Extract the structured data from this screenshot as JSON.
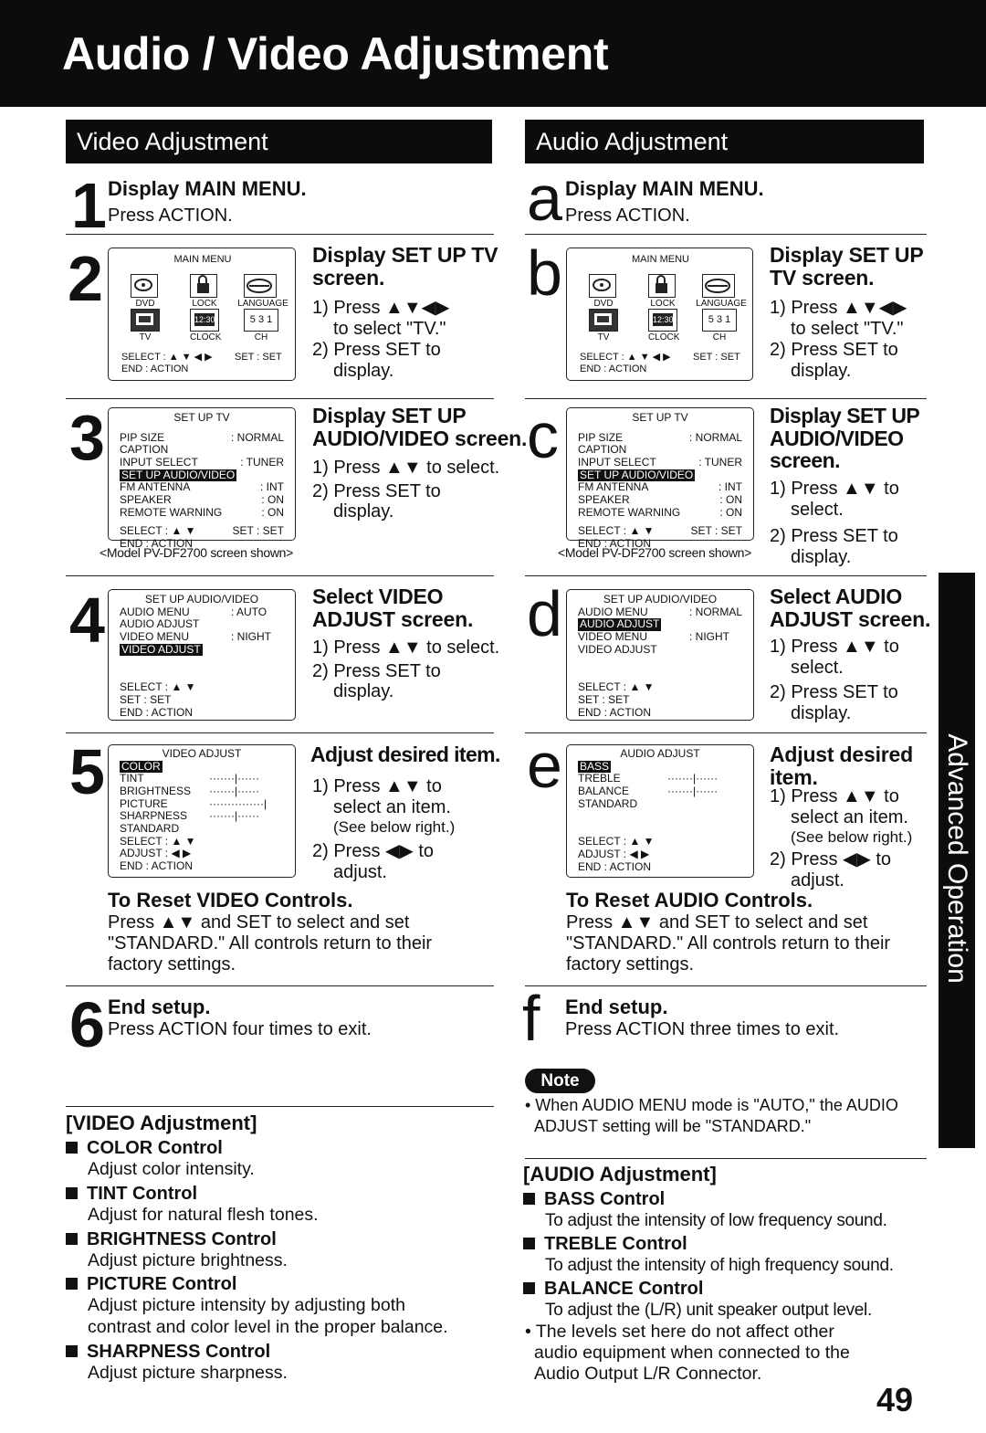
{
  "title": "Audio / Video Adjustment",
  "side_tab": "Advanced Operation",
  "page_number": "49",
  "video": {
    "header": "Video Adjustment",
    "step1": {
      "num": "1",
      "title": "Display MAIN MENU.",
      "text": "Press ACTION."
    },
    "step2": {
      "num": "2",
      "heading": [
        "Display SET UP TV",
        "screen."
      ],
      "i1a": "1) Press ▲▼◀▶",
      "i1b": "to select \"TV.\"",
      "i2a": "2) Press SET to",
      "i2b": "display."
    },
    "step3": {
      "num": "3",
      "heading": [
        "Display SET UP",
        "AUDIO/VIDEO screen."
      ],
      "i1": "1) Press ▲▼ to select.",
      "i2a": "2) Press SET to",
      "i2b": "display.",
      "caption": "<Model PV-DF2700 screen shown>"
    },
    "step4": {
      "num": "4",
      "heading": [
        "Select VIDEO",
        "ADJUST screen."
      ],
      "i1": "1) Press ▲▼ to select.",
      "i2a": "2) Press SET to",
      "i2b": "display."
    },
    "step5": {
      "num": "5",
      "heading": "Adjust desired item.",
      "i1a": "1) Press ▲▼ to",
      "i1b": "select an item.",
      "i1c": "(See below right.)",
      "i2a": "2) Press ◀▶ to",
      "i2b": "adjust."
    },
    "reset": {
      "title": "To Reset VIDEO Controls.",
      "l1": "Press ▲▼ and SET to select and set",
      "l2": "\"STANDARD.\" All controls return to their",
      "l3": "factory settings."
    },
    "step6": {
      "num": "6",
      "title": "End setup.",
      "text": "Press ACTION four times to exit."
    }
  },
  "audio": {
    "header": "Audio Adjustment",
    "stepa": {
      "num": "a",
      "title": "Display MAIN MENU.",
      "text": "Press ACTION."
    },
    "stepb": {
      "num": "b",
      "heading": [
        "Display SET UP",
        "TV screen."
      ],
      "i1a": "1) Press ▲▼◀▶",
      "i1b": "to select \"TV.\"",
      "i2a": "2) Press SET to",
      "i2b": "display."
    },
    "stepc": {
      "num": "c",
      "heading": [
        "Display SET UP",
        "AUDIO/VIDEO",
        "screen."
      ],
      "i1a": "1) Press ▲▼ to",
      "i1b": "select.",
      "i2a": "2) Press SET to",
      "i2b": "display.",
      "caption": "<Model PV-DF2700 screen shown>"
    },
    "stepd": {
      "num": "d",
      "heading": [
        "Select AUDIO",
        "ADJUST screen."
      ],
      "i1a": "1) Press ▲▼ to",
      "i1b": "select.",
      "i2a": "2) Press SET to",
      "i2b": "display."
    },
    "stepe": {
      "num": "e",
      "heading": [
        "Adjust desired",
        "item."
      ],
      "i1a": "1) Press ▲▼ to",
      "i1b": "select an item.",
      "i1c": "(See below right.)",
      "i2a": "2) Press ◀▶ to",
      "i2b": "adjust."
    },
    "reset": {
      "title": "To Reset AUDIO Controls.",
      "l1": "Press ▲▼ and SET to select and set",
      "l2": "\"STANDARD.\" All controls return to their",
      "l3": "factory settings."
    },
    "stepf": {
      "num": "f",
      "title": "End setup.",
      "text": "Press ACTION three times to exit."
    }
  },
  "note": {
    "label": "Note",
    "l1": "• When AUDIO MENU mode is \"AUTO,\" the AUDIO",
    "l2": "ADJUST setting will be \"STANDARD.\""
  },
  "screens": {
    "main_menu": {
      "title": "MAIN MENU",
      "dvd": "DVD",
      "lock": "LOCK",
      "language": "LANGUAGE",
      "tv": "TV",
      "clock": "CLOCK",
      "ch": "CH",
      "clock_icon": "12:30",
      "ch_icon": "5 3 1",
      "select": "SELECT : ▲ ▼ ◀ ▶",
      "set": "SET : SET",
      "end": "END     : ACTION"
    },
    "setup_tv": {
      "title": "SET UP TV",
      "rows": [
        [
          "PIP SIZE",
          ": NORMAL"
        ],
        [
          "CAPTION",
          ""
        ],
        [
          "INPUT SELECT",
          ": TUNER"
        ],
        [
          "SET UP AUDIO/VIDEO",
          ""
        ],
        [
          "FM ANTENNA",
          ": INT"
        ],
        [
          "SPEAKER",
          ": ON"
        ],
        [
          "REMOTE WARNING",
          ": ON"
        ]
      ],
      "select": "SELECT : ▲ ▼",
      "set": "SET : SET",
      "end": "END     : ACTION"
    },
    "setup_av_video": {
      "title": "SET UP AUDIO/VIDEO",
      "rows": [
        [
          "AUDIO MENU",
          ": AUTO"
        ],
        [
          "AUDIO ADJUST",
          ""
        ],
        [
          "VIDEO MENU",
          ": NIGHT"
        ],
        [
          "VIDEO ADJUST",
          ""
        ]
      ],
      "select": "SELECT : ▲ ▼",
      "set": "SET     : SET",
      "end": "END     : ACTION"
    },
    "setup_av_audio": {
      "title": "SET UP AUDIO/VIDEO",
      "rows": [
        [
          "AUDIO MENU",
          ": NORMAL"
        ],
        [
          "AUDIO ADJUST",
          ""
        ],
        [
          "VIDEO MENU",
          ": NIGHT"
        ],
        [
          "VIDEO ADJUST",
          ""
        ]
      ],
      "select": "SELECT : ▲ ▼",
      "set": "SET     : SET",
      "end": "END     : ACTION"
    },
    "video_adjust": {
      "title": "VIDEO ADJUST",
      "rows": [
        [
          "COLOR",
          ""
        ],
        [
          "TINT",
          "·······|······"
        ],
        [
          "BRIGHTNESS",
          "·······|······"
        ],
        [
          "PICTURE",
          "···············|"
        ],
        [
          "SHARPNESS",
          "·······|······"
        ],
        [
          "STANDARD",
          ""
        ]
      ],
      "select": "SELECT : ▲ ▼",
      "adjust": "ADJUST : ◀ ▶",
      "end": "END     : ACTION"
    },
    "audio_adjust": {
      "title": "AUDIO ADJUST",
      "rows": [
        [
          "BASS",
          ""
        ],
        [
          "TREBLE",
          "·······|······"
        ],
        [
          "BALANCE",
          "·······|······"
        ],
        [
          "STANDARD",
          ""
        ]
      ],
      "select": "SELECT : ▲ ▼",
      "adjust": "ADJUST : ◀ ▶",
      "end": "END     : ACTION"
    }
  },
  "glossary_video": {
    "heading": "[VIDEO Adjustment]",
    "items": [
      {
        "name": "COLOR Control",
        "desc": [
          "Adjust color intensity."
        ]
      },
      {
        "name": "TINT Control",
        "desc": [
          "Adjust for natural flesh tones."
        ]
      },
      {
        "name": "BRIGHTNESS Control",
        "desc": [
          "Adjust picture brightness."
        ]
      },
      {
        "name": "PICTURE Control",
        "desc": [
          "Adjust picture intensity by adjusting both",
          "contrast and color level in the proper balance."
        ]
      },
      {
        "name": "SHARPNESS Control",
        "desc": [
          "Adjust picture sharpness."
        ]
      }
    ]
  },
  "glossary_audio": {
    "heading": "[AUDIO Adjustment]",
    "items": [
      {
        "name": "BASS Control",
        "desc": [
          "To adjust the intensity of low frequency sound."
        ]
      },
      {
        "name": "TREBLE Control",
        "desc": [
          "To adjust the intensity of high  frequency sound."
        ]
      },
      {
        "name": "BALANCE Control",
        "desc": [
          "To adjust the (L/R) unit speaker output level."
        ]
      }
    ],
    "extra": [
      "• The levels set here do not affect other",
      "audio equipment when connected to the",
      "Audio Output L/R Connector."
    ]
  }
}
